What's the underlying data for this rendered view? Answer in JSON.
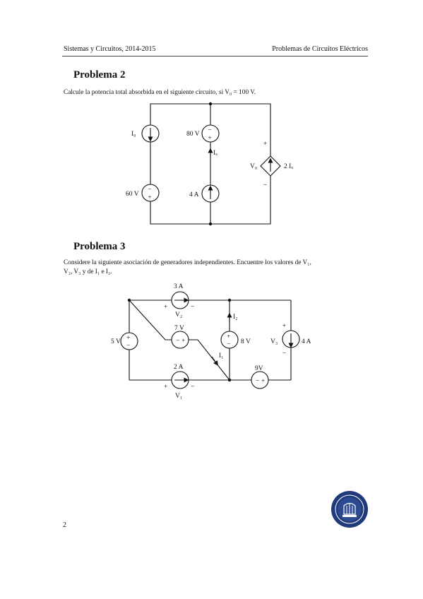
{
  "header": {
    "left": "Sistemas y Circuitos, 2014-2015",
    "right": "Problemas de Circuitos Eléctricos"
  },
  "problem2": {
    "title": "Problema 2",
    "statement": "Calcule la potencia total absorbida en el siguiente circuito, si V₀ = 100 V.",
    "labels": {
      "i0": "I₀",
      "v80": "80 V",
      "v60": "60 V",
      "ix": "Iₓ",
      "a4": "4 A",
      "v0": "V₀",
      "dep": "2 Iₓ",
      "plus": "+",
      "minus": "−"
    }
  },
  "problem3": {
    "title": "Problema 3",
    "statement_line1": "Considere la siguiente asociación de generadores independientes.  Encuentre los valores de V₁,",
    "statement_line2": "V₂, V₃ y de I₁ e I₂.",
    "labels": {
      "a3": "3 A",
      "v2": "V₂",
      "v7": "7 V",
      "v5": "5 V",
      "i2": "I₂",
      "v8": "8 V",
      "v3": "V₃",
      "a4": "4 A",
      "i1": "I₁",
      "a2": "2 A",
      "v9": "9V",
      "v1": "V₁",
      "plus": "+",
      "minus": "−"
    }
  },
  "footer": {
    "page_number": "2"
  },
  "colors": {
    "ink": "#111111",
    "logo": "#1f3a7a"
  }
}
